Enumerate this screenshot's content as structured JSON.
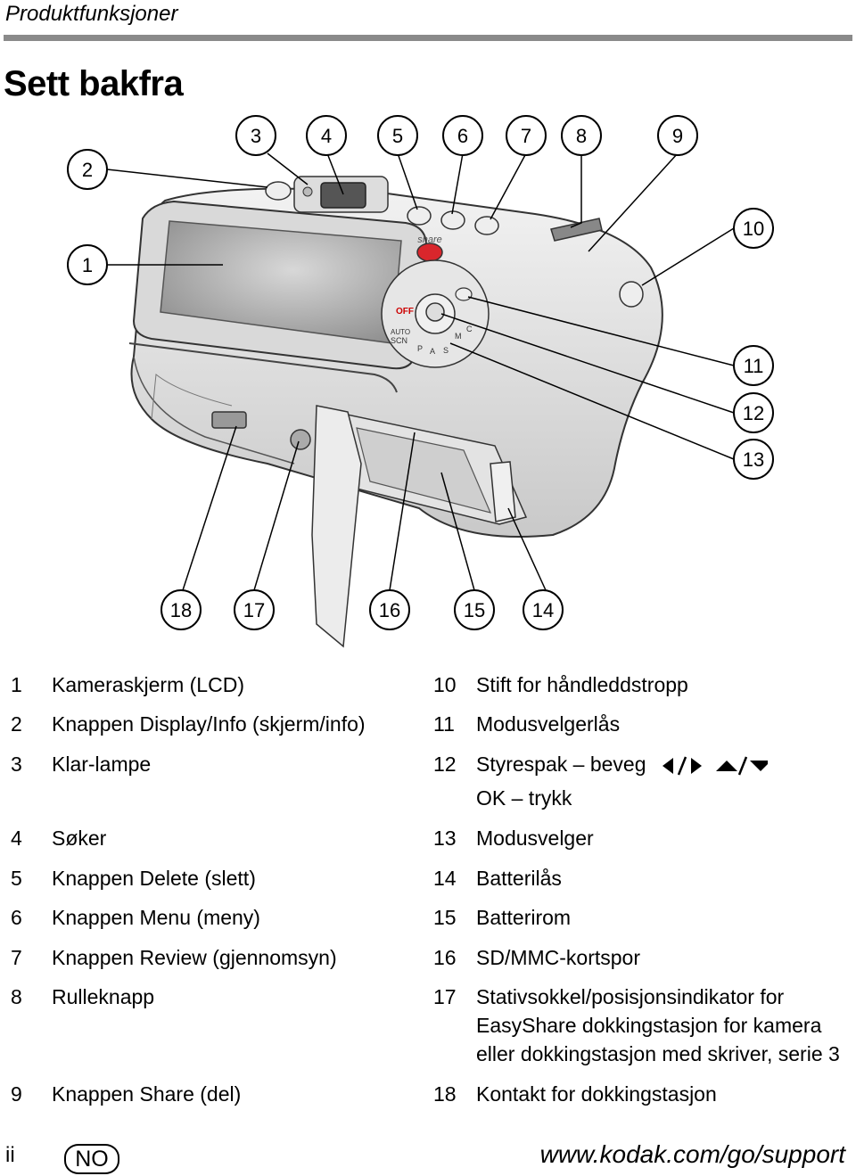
{
  "header": {
    "section": "Produktfunksjoner"
  },
  "page_title": "Sett bakfra",
  "callouts": [
    "1",
    "2",
    "3",
    "4",
    "5",
    "6",
    "7",
    "8",
    "9",
    "10",
    "11",
    "12",
    "13",
    "14",
    "15",
    "16",
    "17",
    "18"
  ],
  "camera_labels": {
    "share": "share",
    "off": "OFF",
    "auto": "AUTO",
    "scn": "SCN",
    "p": "P",
    "a": "A",
    "s": "S",
    "m": "M",
    "c": "C"
  },
  "legend_left": [
    {
      "num": "1",
      "text": "Kameraskjerm (LCD)"
    },
    {
      "num": "2",
      "text": "Knappen Display/Info (skjerm/info)"
    },
    {
      "num": "3",
      "text": "Klar-lampe"
    },
    {
      "num": "4",
      "text": "Søker"
    },
    {
      "num": "5",
      "text": "Knappen Delete (slett)"
    },
    {
      "num": "6",
      "text": "Knappen Menu (meny)"
    },
    {
      "num": "7",
      "text": "Knappen Review (gjennomsyn)"
    },
    {
      "num": "8",
      "text": "Rulleknapp"
    },
    {
      "num": "9",
      "text": "Knappen Share (del)"
    }
  ],
  "legend_right": [
    {
      "num": "10",
      "text": "Stift for håndleddstropp"
    },
    {
      "num": "11",
      "text": "Modusvelgerlås"
    },
    {
      "num": "12",
      "text": "Styrespak – beveg",
      "line2": "OK – trykk"
    },
    {
      "num": "13",
      "text": "Modusvelger"
    },
    {
      "num": "14",
      "text": "Batterilås"
    },
    {
      "num": "15",
      "text": "Batterirom"
    },
    {
      "num": "16",
      "text": "SD/MMC-kortspor"
    },
    {
      "num": "17",
      "text": "Stativsokkel/posisjonsindikator for",
      "line2": "EasyShare dokkingstasjon for kamera",
      "line3": "eller dokkingstasjon med skriver, serie 3"
    },
    {
      "num": "18",
      "text": "Kontakt for dokkingstasjon"
    }
  ],
  "footer": {
    "page": "ii",
    "language": "NO",
    "url": "www.kodak.com/go/support"
  }
}
